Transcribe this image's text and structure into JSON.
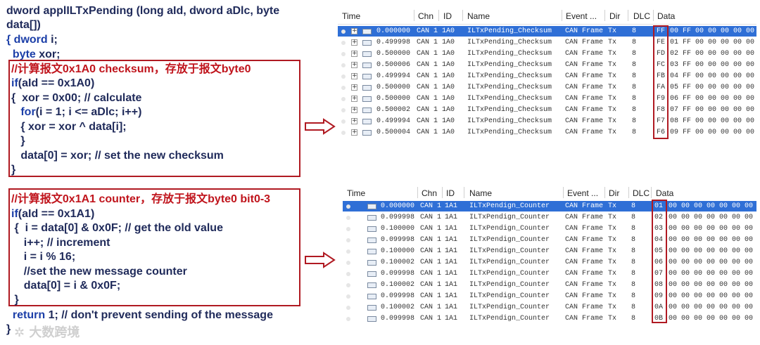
{
  "code": {
    "l1": "dword applILTxPending (long aId, dword aDlc, byte",
    "l2": "data[])",
    "l3_kw": "{ dword ",
    "l3_rest": "i;",
    "l4_kw": "  byte ",
    "l4_rest": "xor;",
    "b1_comment": "//计算报文0x1A0 checksum，存放于报文byte0",
    "b1_l1_kw": "if",
    "b1_l1_rest": "(aId == 0x1A0)",
    "b1_l2": "{  xor = 0x00; // calculate",
    "b1_l3_kw": "   for",
    "b1_l3_rest": "(i = 1; i <= aDlc; i++)",
    "b1_l4": "   { xor = xor ^ data[i];",
    "b1_l5": "   }",
    "b1_l6": "   data[0] = xor; // set the new checksum",
    "b1_l7": "}",
    "b2_comment": "//计算报文0x1A1 counter，存放于报文byte0 bit0-3",
    "b2_l1_kw": "if",
    "b2_l1_rest": "(aId == 0x1A1)",
    "b2_l2": " {  i = data[0] & 0x0F; // get the old value",
    "b2_l3": "    i++; // increment",
    "b2_l4": "    i = i % 16;",
    "b2_l5": "    //set the new message counter",
    "b2_l6": "    data[0] = i & 0x0F;",
    "b2_l7": " }",
    "ret_kw": "  return ",
    "ret_rest": "1; // don't prevent sending of the message",
    "close": "}"
  },
  "watermark": "大数跨境",
  "table_top": {
    "headers": [
      "Time",
      "Chn",
      "ID",
      "Name",
      "Event ...",
      "Dir",
      "DLC",
      "Data"
    ],
    "rows": [
      {
        "time": "0.000000",
        "chn": "CAN 1",
        "id": "1A0",
        "name": "ILTxPending_Checksum",
        "event": "CAN Frame",
        "dir": "Tx",
        "dlc": "8",
        "b0": "FF",
        "rest": "00 FF 00 00 00 00 00"
      },
      {
        "time": "0.499998",
        "chn": "CAN 1",
        "id": "1A0",
        "name": "ILTxPending_Checksum",
        "event": "CAN Frame",
        "dir": "Tx",
        "dlc": "8",
        "b0": "FE",
        "rest": "01 FF 00 00 00 00 00"
      },
      {
        "time": "0.500000",
        "chn": "CAN 1",
        "id": "1A0",
        "name": "ILTxPending_Checksum",
        "event": "CAN Frame",
        "dir": "Tx",
        "dlc": "8",
        "b0": "FD",
        "rest": "02 FF 00 00 00 00 00"
      },
      {
        "time": "0.500006",
        "chn": "CAN 1",
        "id": "1A0",
        "name": "ILTxPending_Checksum",
        "event": "CAN Frame",
        "dir": "Tx",
        "dlc": "8",
        "b0": "FC",
        "rest": "03 FF 00 00 00 00 00"
      },
      {
        "time": "0.499994",
        "chn": "CAN 1",
        "id": "1A0",
        "name": "ILTxPending_Checksum",
        "event": "CAN Frame",
        "dir": "Tx",
        "dlc": "8",
        "b0": "FB",
        "rest": "04 FF 00 00 00 00 00"
      },
      {
        "time": "0.500000",
        "chn": "CAN 1",
        "id": "1A0",
        "name": "ILTxPending_Checksum",
        "event": "CAN Frame",
        "dir": "Tx",
        "dlc": "8",
        "b0": "FA",
        "rest": "05 FF 00 00 00 00 00"
      },
      {
        "time": "0.500000",
        "chn": "CAN 1",
        "id": "1A0",
        "name": "ILTxPending_Checksum",
        "event": "CAN Frame",
        "dir": "Tx",
        "dlc": "8",
        "b0": "F9",
        "rest": "06 FF 00 00 00 00 00"
      },
      {
        "time": "0.500002",
        "chn": "CAN 1",
        "id": "1A0",
        "name": "ILTxPending_Checksum",
        "event": "CAN Frame",
        "dir": "Tx",
        "dlc": "8",
        "b0": "F8",
        "rest": "07 FF 00 00 00 00 00"
      },
      {
        "time": "0.499994",
        "chn": "CAN 1",
        "id": "1A0",
        "name": "ILTxPending_Checksum",
        "event": "CAN Frame",
        "dir": "Tx",
        "dlc": "8",
        "b0": "F7",
        "rest": "08 FF 00 00 00 00 00"
      },
      {
        "time": "0.500004",
        "chn": "CAN 1",
        "id": "1A0",
        "name": "ILTxPending_Checksum",
        "event": "CAN Frame",
        "dir": "Tx",
        "dlc": "8",
        "b0": "F6",
        "rest": "09 FF 00 00 00 00 00"
      }
    ]
  },
  "table_bottom": {
    "headers": [
      "Time",
      "Chn",
      "ID",
      "Name",
      "Event ...",
      "Dir",
      "DLC",
      "Data"
    ],
    "rows": [
      {
        "time": "0.000000",
        "chn": "CAN 1",
        "id": "1A1",
        "name": "ILTxPendign_Counter",
        "event": "CAN Frame",
        "dir": "Tx",
        "dlc": "8",
        "b0": "01",
        "rest": "00 00 00 00 00 00 00"
      },
      {
        "time": "0.099998",
        "chn": "CAN 1",
        "id": "1A1",
        "name": "ILTxPendign_Counter",
        "event": "CAN Frame",
        "dir": "Tx",
        "dlc": "8",
        "b0": "02",
        "rest": "00 00 00 00 00 00 00"
      },
      {
        "time": "0.100000",
        "chn": "CAN 1",
        "id": "1A1",
        "name": "ILTxPendign_Counter",
        "event": "CAN Frame",
        "dir": "Tx",
        "dlc": "8",
        "b0": "03",
        "rest": "00 00 00 00 00 00 00"
      },
      {
        "time": "0.099998",
        "chn": "CAN 1",
        "id": "1A1",
        "name": "ILTxPendign_Counter",
        "event": "CAN Frame",
        "dir": "Tx",
        "dlc": "8",
        "b0": "04",
        "rest": "00 00 00 00 00 00 00"
      },
      {
        "time": "0.100000",
        "chn": "CAN 1",
        "id": "1A1",
        "name": "ILTxPendign_Counter",
        "event": "CAN Frame",
        "dir": "Tx",
        "dlc": "8",
        "b0": "05",
        "rest": "00 00 00 00 00 00 00"
      },
      {
        "time": "0.100002",
        "chn": "CAN 1",
        "id": "1A1",
        "name": "ILTxPendign_Counter",
        "event": "CAN Frame",
        "dir": "Tx",
        "dlc": "8",
        "b0": "06",
        "rest": "00 00 00 00 00 00 00"
      },
      {
        "time": "0.099998",
        "chn": "CAN 1",
        "id": "1A1",
        "name": "ILTxPendign_Counter",
        "event": "CAN Frame",
        "dir": "Tx",
        "dlc": "8",
        "b0": "07",
        "rest": "00 00 00 00 00 00 00"
      },
      {
        "time": "0.100002",
        "chn": "CAN 1",
        "id": "1A1",
        "name": "ILTxPendign_Counter",
        "event": "CAN Frame",
        "dir": "Tx",
        "dlc": "8",
        "b0": "08",
        "rest": "00 00 00 00 00 00 00"
      },
      {
        "time": "0.099998",
        "chn": "CAN 1",
        "id": "1A1",
        "name": "ILTxPendign_Counter",
        "event": "CAN Frame",
        "dir": "Tx",
        "dlc": "8",
        "b0": "09",
        "rest": "00 00 00 00 00 00 00"
      },
      {
        "time": "0.100002",
        "chn": "CAN 1",
        "id": "1A1",
        "name": "ILTxPendign_Counter",
        "event": "CAN Frame",
        "dir": "Tx",
        "dlc": "8",
        "b0": "0A",
        "rest": "00 00 00 00 00 00 00"
      },
      {
        "time": "0.099998",
        "chn": "CAN 1",
        "id": "1A1",
        "name": "ILTxPendign_Counter",
        "event": "CAN Frame",
        "dir": "Tx",
        "dlc": "8",
        "b0": "0B",
        "rest": "00 00 00 00 00 00 00"
      }
    ]
  },
  "colors": {
    "accent_red": "#b01a22",
    "selection": "#2f6fd6",
    "keyword": "#1c3fa8"
  }
}
